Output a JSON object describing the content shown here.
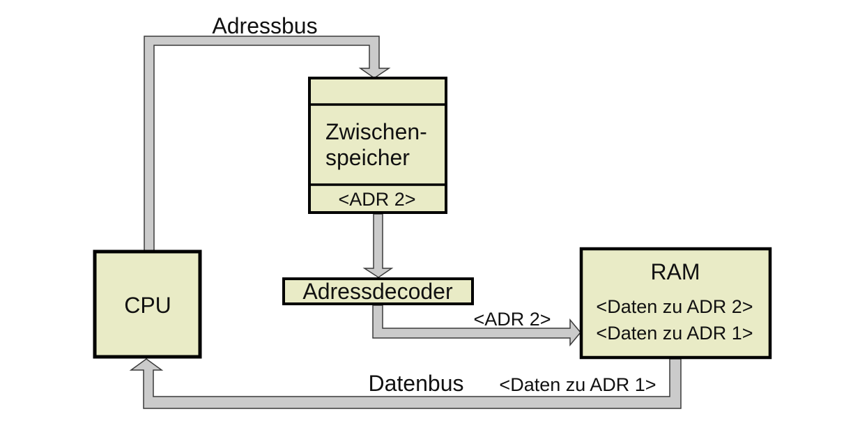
{
  "diagram": {
    "title": "CPU / RAM bus diagram",
    "colors": {
      "background": "#ffffff",
      "box_fill": "#e9ebc6",
      "box_border": "#000000",
      "bus_fill": "#cbcbcb",
      "bus_outline": "#3a3a3a",
      "text": "#111111"
    },
    "buses": {
      "adressbus": {
        "label": "Adressbus"
      },
      "decoder_to_ram": {
        "label": "<ADR 2>"
      },
      "datenbus": {
        "label": "Datenbus",
        "payload": "<Daten zu ADR 1>"
      }
    },
    "boxes": {
      "zwischenspeicher": {
        "label_line1": "Zwischen-",
        "label_line2": "speicher",
        "address": "<ADR 2>"
      },
      "adressdecoder": {
        "label": "Adressdecoder"
      },
      "ram": {
        "label": "RAM",
        "entries": [
          "<Daten zu ADR 2>",
          "<Daten zu ADR 1>"
        ]
      },
      "cpu": {
        "label": "CPU"
      }
    }
  }
}
